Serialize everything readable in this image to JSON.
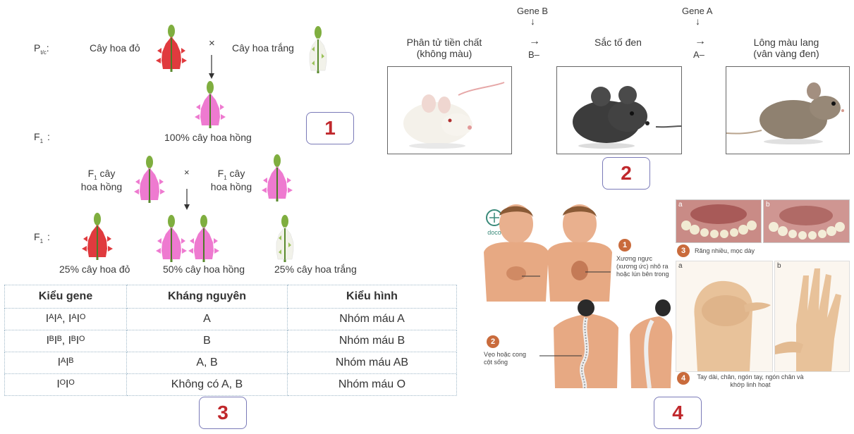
{
  "panel1": {
    "p_label": "P",
    "p_sub": "t/c",
    "p_colon": ":",
    "red_parent": "Cây hoa đỏ",
    "white_parent": "Cây hoa trắng",
    "cross": "×",
    "f1_label": "F",
    "f1_sub": "1",
    "f1_colon": ":",
    "f1_result": "100% cây hoa hồng",
    "f1_parent_left_1": "F",
    "f1_parent_left_sub": "1",
    "f1_parent_left_2": " cây",
    "f1_parent_left_3": "hoa hồng",
    "f1_parent_right_1": "F",
    "f1_parent_right_sub": "1",
    "f1_parent_right_2": " cây",
    "f1_parent_right_3": "hoa hồng",
    "f2_label": "F",
    "f2_sub": "1",
    "f2_colon": ":",
    "res_red": "25% cây hoa đỏ",
    "res_pink": "50% cây hoa hồng",
    "res_white": "25% cây hoa trắng",
    "colors": {
      "red": "#e03a3e",
      "pink": "#ee7ad0",
      "white": "#f2f2ea",
      "stem": "#5a8a2e"
    }
  },
  "badges": {
    "b1": "1",
    "b2": "2",
    "b3": "3",
    "b4": "4"
  },
  "panel2": {
    "gene_b": "Gene B",
    "gene_a": "Gene A",
    "down_arrow": "↓",
    "right_arrow": "→",
    "b_allele": "B–",
    "a_allele": "A–",
    "precursor_1": "Phân tử tiền chất",
    "precursor_2": "(không màu)",
    "black_pigment": "Sắc tố đen",
    "agouti_1": "Lông màu lang",
    "agouti_2": "(vân vàng đen)"
  },
  "table": {
    "headers": [
      "Kiểu gene",
      "Kháng nguyên",
      "Kiểu hình"
    ],
    "rows": [
      [
        "IᴬIᴬ, IᴬIᴼ",
        "A",
        "Nhóm máu A"
      ],
      [
        "IᴮIᴮ, IᴮIᴼ",
        "B",
        "Nhóm máu B"
      ],
      [
        "IᴬIᴮ",
        "A, B",
        "Nhóm máu AB"
      ],
      [
        "IᴼIᴼ",
        "Không có A, B",
        "Nhóm máu O"
      ]
    ]
  },
  "panel4": {
    "logo": "doco",
    "cap1_num": "1",
    "cap1": "Xương ngực (xương ức) nhô ra hoặc lún bên trong",
    "cap2_num": "2",
    "cap2": "Vẹo hoặc cong cột sống",
    "cap3_num": "3",
    "cap3": "Răng nhiều, mọc dày",
    "cap4_num": "4",
    "cap4": "Tay dài, chân, ngón tay, ngón chân và khớp linh hoạt",
    "tag_a": "a",
    "tag_b": "b",
    "tag_a2": "a",
    "tag_b2": "b"
  }
}
